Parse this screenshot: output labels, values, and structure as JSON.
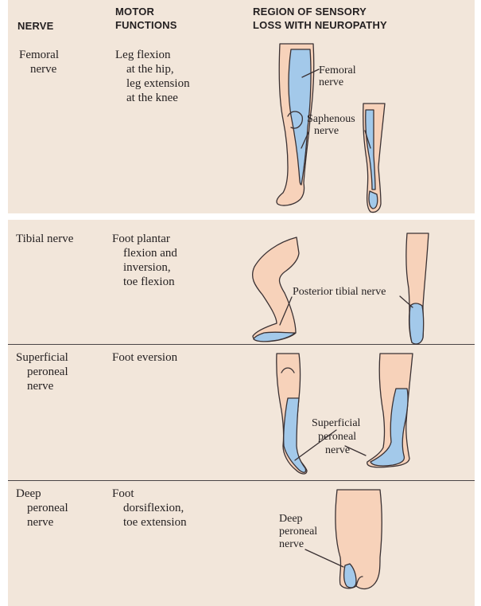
{
  "headers": {
    "nerve": "NERVE",
    "motor": [
      "MOTOR",
      "FUNCTIONS"
    ],
    "region": [
      "REGION OF SENSORY",
      "LOSS WITH NEUROPATHY"
    ]
  },
  "rows": [
    {
      "nerve": [
        "Femoral",
        "nerve"
      ],
      "motor": [
        "Leg flexion",
        "at the hip,",
        "leg extension",
        "at the knee"
      ],
      "labels": [
        [
          "Femoral",
          "nerve"
        ],
        [
          "Saphenous",
          "nerve"
        ]
      ]
    },
    {
      "nerve": [
        "Tibial nerve"
      ],
      "motor": [
        "Foot plantar",
        "flexion and",
        "inversion,",
        "toe flexion"
      ],
      "labels": [
        [
          "Posterior tibial nerve"
        ]
      ]
    },
    {
      "nerve": [
        "Superficial",
        "peroneal",
        "nerve"
      ],
      "motor": [
        "Foot eversion"
      ],
      "labels": [
        [
          "Superficial",
          "peroneal",
          "nerve"
        ]
      ]
    },
    {
      "nerve": [
        "Deep",
        "peroneal",
        "nerve"
      ],
      "motor": [
        "Foot",
        "dorsiflexion,",
        "toe extension"
      ],
      "labels": [
        [
          "Deep",
          "peroneal",
          "nerve"
        ]
      ]
    }
  ],
  "colors": {
    "background": "#f2e6da",
    "skin": "#f7d2ba",
    "sensory_loss": "#a3c9ea",
    "outline": "#3a3133"
  }
}
